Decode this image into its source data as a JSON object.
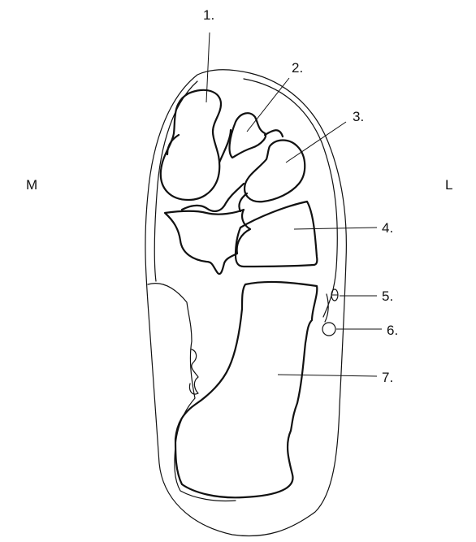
{
  "orientation": {
    "medial": "M",
    "lateral": "L"
  },
  "labels": [
    {
      "id": "1",
      "text": "1."
    },
    {
      "id": "2",
      "text": "2."
    },
    {
      "id": "3",
      "text": "3."
    },
    {
      "id": "4",
      "text": "4."
    },
    {
      "id": "5",
      "text": "5."
    },
    {
      "id": "6",
      "text": "6."
    },
    {
      "id": "7",
      "text": "7."
    }
  ],
  "colors": {
    "line": "#111111",
    "background": "#ffffff"
  }
}
